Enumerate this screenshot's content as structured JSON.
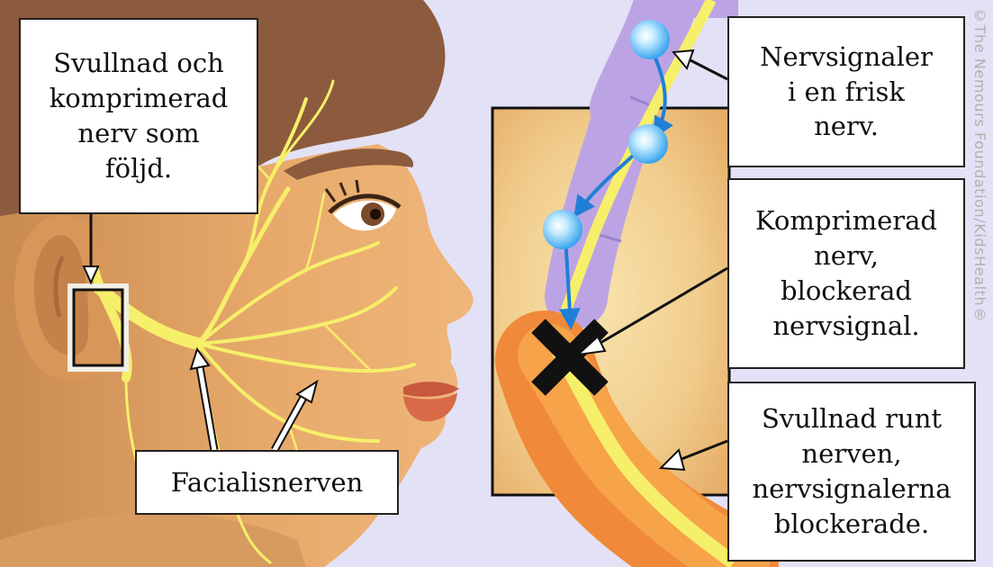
{
  "labels": {
    "swollen_compressed": "Svullnad och\nkomprimerad\nnerv som\nföljd.",
    "facial_nerve": "Facialisnerven",
    "healthy_signals": "Nervsignaler\ni en frisk\nnerv.",
    "compressed_blocked": "Komprimerad\nnerv,\nblockerad\nnervsignal.",
    "swelling_blocked": "Svullnad runt\nnerven,\nnervsignalerna\nblockerade."
  },
  "credit": "©The Nemours Foundation/KidsHealth®",
  "colors": {
    "background": "#e3e1f5",
    "skin": "#e7a96a",
    "hair": "#8c5a3c",
    "nerve": "#f6ef6a",
    "myelin": "#bca4e4",
    "swelling": "#f08a3a",
    "signal": "#3aa6f0",
    "block_mark": "#111111"
  },
  "icons": {
    "block_mark": "x-mark-icon",
    "signal": "signal-dot-icon"
  }
}
